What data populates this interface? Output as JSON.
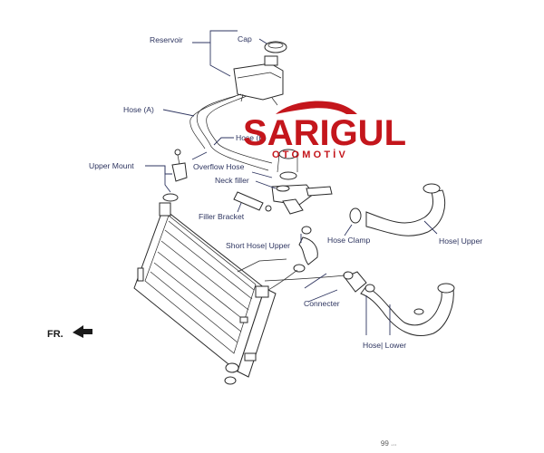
{
  "labels": {
    "reservoir": "Reservoir",
    "cap": "Cap",
    "hose_a": "Hose (A)",
    "hose_b": "Hose (B)",
    "upper_mount": "Upper Mount",
    "overflow_hose": "Overflow Hose",
    "neck_filler": "Neck filler",
    "filler_bracket": "Filler Bracket",
    "short_hose_upper": "Short Hose| Upper",
    "hose_clamp": "Hose Clamp",
    "hose_upper": "Hose| Upper",
    "connecter": "Connecter",
    "hose_lower": "Hose| Lower",
    "front": "FR."
  },
  "logo": {
    "name": "SARIGUL",
    "subtitle": "OTOMOTİV",
    "color": "#c4161c"
  },
  "footer_code": "99 ...",
  "colors": {
    "line": "#2a2a2a",
    "label": "#2e3560",
    "background": "#ffffff"
  }
}
